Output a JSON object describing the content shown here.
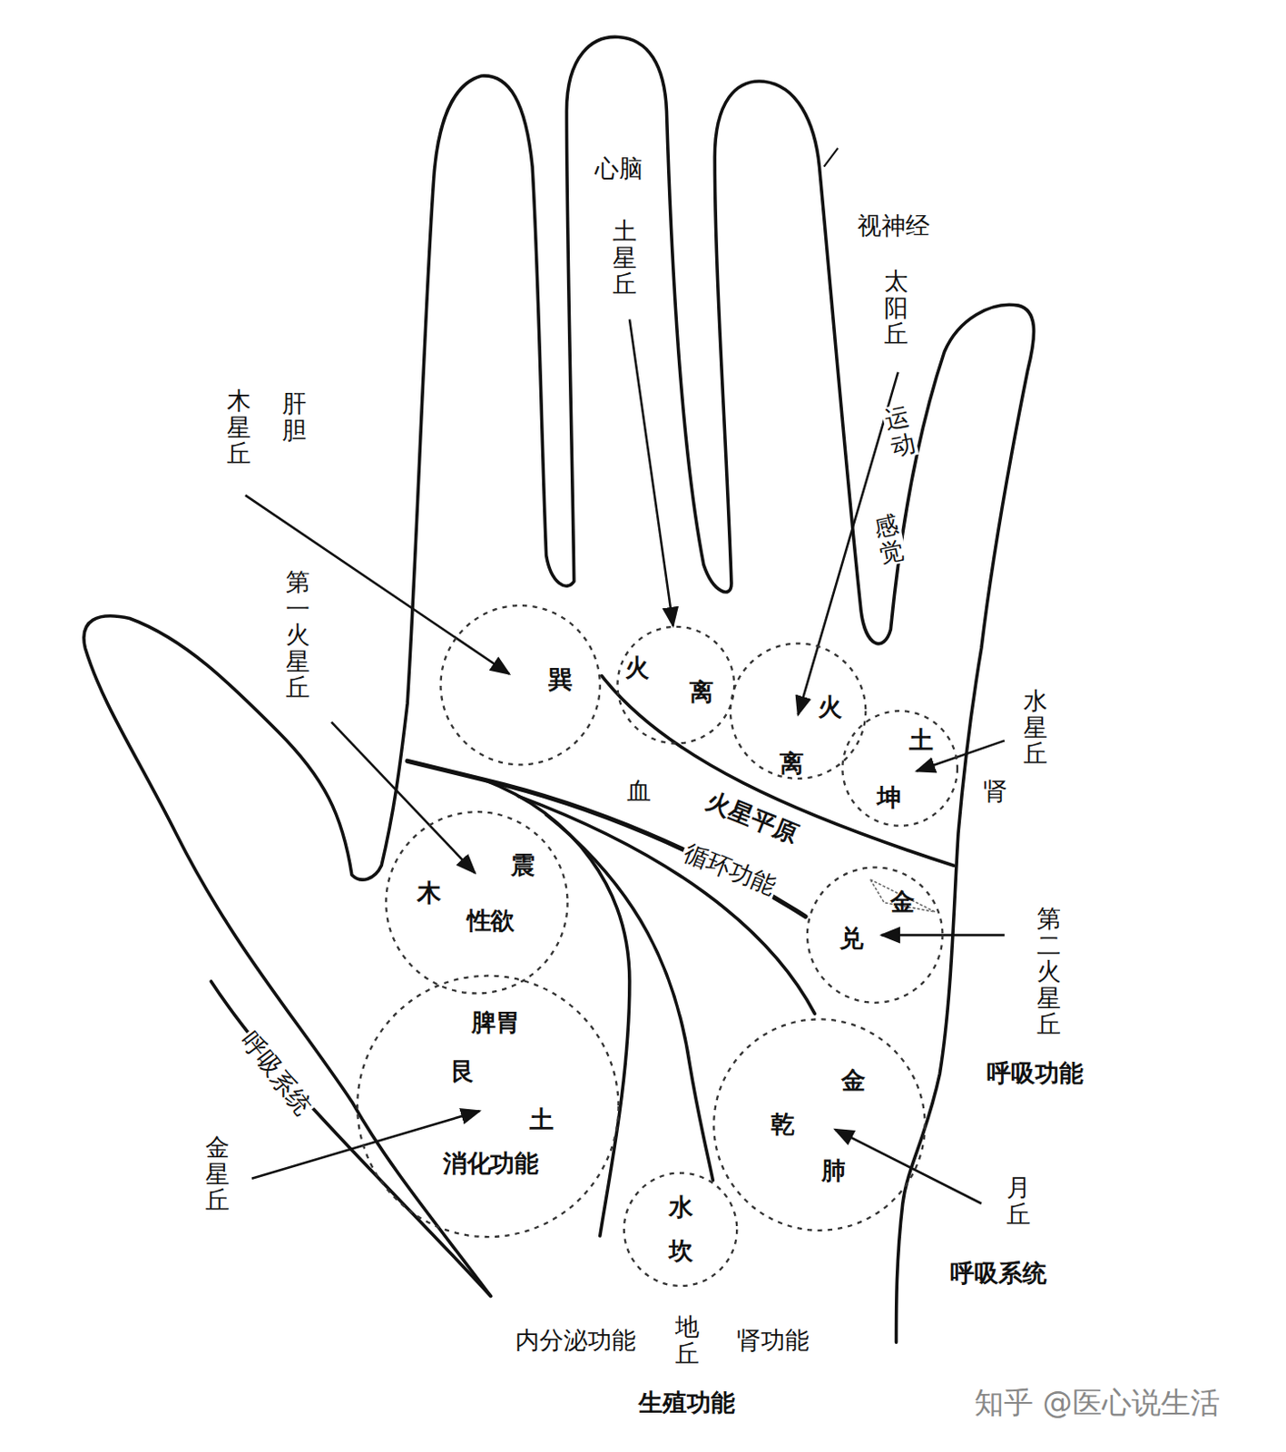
{
  "diagram": {
    "nodes": [
      {
        "text": [
          "巽"
        ]
      },
      {
        "text": [
          "火",
          "离"
        ]
      },
      {
        "text": [
          "火",
          "离"
        ]
      },
      {
        "text": [
          "土",
          "坤"
        ]
      },
      {
        "text": [
          "金",
          "兑"
        ]
      },
      {
        "text": [
          "木",
          "震",
          "性欲"
        ]
      },
      {
        "text": [
          "脾胃",
          "艮",
          "土",
          "消化功能"
        ]
      },
      {
        "text": [
          "水",
          "坎"
        ]
      },
      {
        "text": [
          "金",
          "乾",
          "肺"
        ]
      }
    ],
    "labels": [
      "心脑",
      "土星丘",
      "视神经",
      "太阳丘",
      "肝胆",
      "木星丘",
      "运动",
      "感觉",
      "第一火星丘",
      "水星丘",
      "肾",
      "血",
      "火星平原",
      "循环功能",
      "第二火星丘",
      "呼吸功能",
      "呼吸系统",
      "金星丘",
      "月丘",
      "呼吸系统",
      "内分泌功能",
      "地丘",
      "肾功能",
      "生殖功能",
      "知乎 @医心说生活"
    ]
  }
}
